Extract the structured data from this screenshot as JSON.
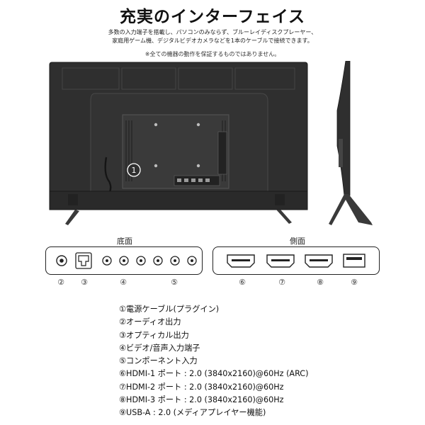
{
  "header": {
    "title": "充実のインターフェイス",
    "description_line1": "多数の入力端子を搭載し、パソコンのみならず、ブルーレイディスクプレーヤー、",
    "description_line2": "家庭用ゲーム機、デジタルビデオカメラなどを1本のケーブルで接続できます。",
    "note": "※全ての機器の動作を保証するものではありません。"
  },
  "image": {
    "callout_marker": "①"
  },
  "sections": {
    "bottom_label": "底面",
    "side_label": "側面"
  },
  "port_numbers": {
    "n2": "②",
    "n3": "③",
    "n4": "④",
    "n5": "⑤",
    "n6": "⑥",
    "n7": "⑦",
    "n8": "⑧",
    "n9": "⑨"
  },
  "specs": [
    "①電源ケーブル(プラグイン)",
    "②オーディオ出力",
    "③オプティカル出力",
    "④ビデオ/音声入力端子",
    "⑤コンポーネント入力",
    "⑥HDMI-1 ポート : 2.0 (3840x2160)@60Hz (ARC)",
    "⑦HDMI-2 ポート : 2.0 (3840x2160)@60Hz",
    "⑧HDMI-3 ポート : 2.0 (3840x2160)@60Hz",
    "⑨USB-A : 2.0 (メディアプレイヤー機能)"
  ],
  "colors": {
    "tv_body": "#2e2e2e",
    "tv_panel": "#3a3a3a",
    "outline": "#222222"
  }
}
